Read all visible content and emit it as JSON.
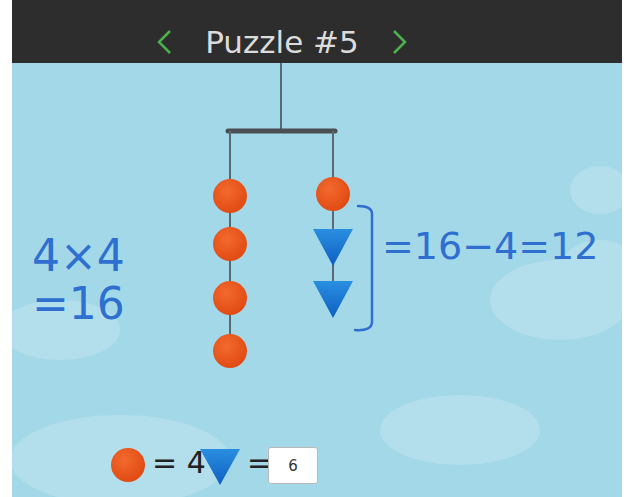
{
  "diagram": {
    "title": "Puzzle #5",
    "nodes": [
      {
        "text": [
          "6"
        ]
      }
    ],
    "labels": [
      "4×4 =16",
      "=16−4=12",
      "= 4",
      "="
    ]
  }
}
